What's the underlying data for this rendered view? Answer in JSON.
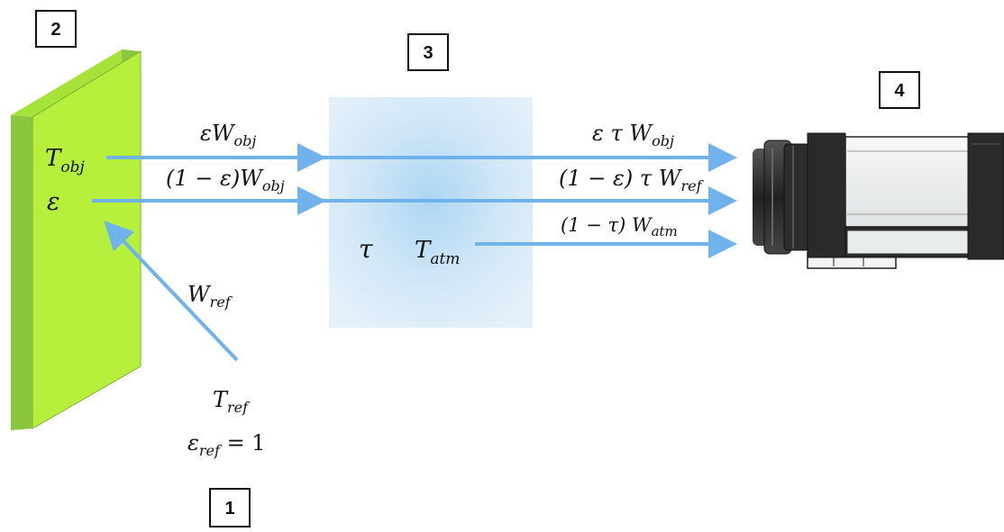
{
  "labels": {
    "emitter": "2",
    "atmosphere": "3",
    "camera": "4",
    "reflected_source": "1"
  },
  "object": {
    "temperature": "T",
    "temperature_sub": "obj",
    "emissivity": "ε"
  },
  "reflected": {
    "radiance": "W",
    "radiance_sub": "ref",
    "temperature": "T",
    "temperature_sub": "ref",
    "emissivity": "ε",
    "emissivity_sub": "ref",
    "emissivity_value": " = 1"
  },
  "atmosphere": {
    "transmittance": "τ",
    "temperature": "T",
    "temperature_sub": "atm"
  },
  "left_beams": {
    "emitted_prefix": "εW",
    "emitted_sub": "obj",
    "reflected_prefix": "(1 − ε)W",
    "reflected_sub": "obj"
  },
  "right_beams": {
    "emitted_prefix": "ε τ W",
    "emitted_sub": "obj",
    "reflected_prefix": "(1 − ε) τ W",
    "reflected_sub": "ref",
    "atmospheric_prefix": "(1 − τ) W",
    "atmospheric_sub": "atm"
  },
  "colors": {
    "object_face": "#b6ef3c",
    "object_edge": "#8cc63f",
    "arrow": "#6fb2ec",
    "atmosphere": "#cfe6f7",
    "camera_dark": "#2a2a2a",
    "camera_light": "#e9ecec"
  }
}
